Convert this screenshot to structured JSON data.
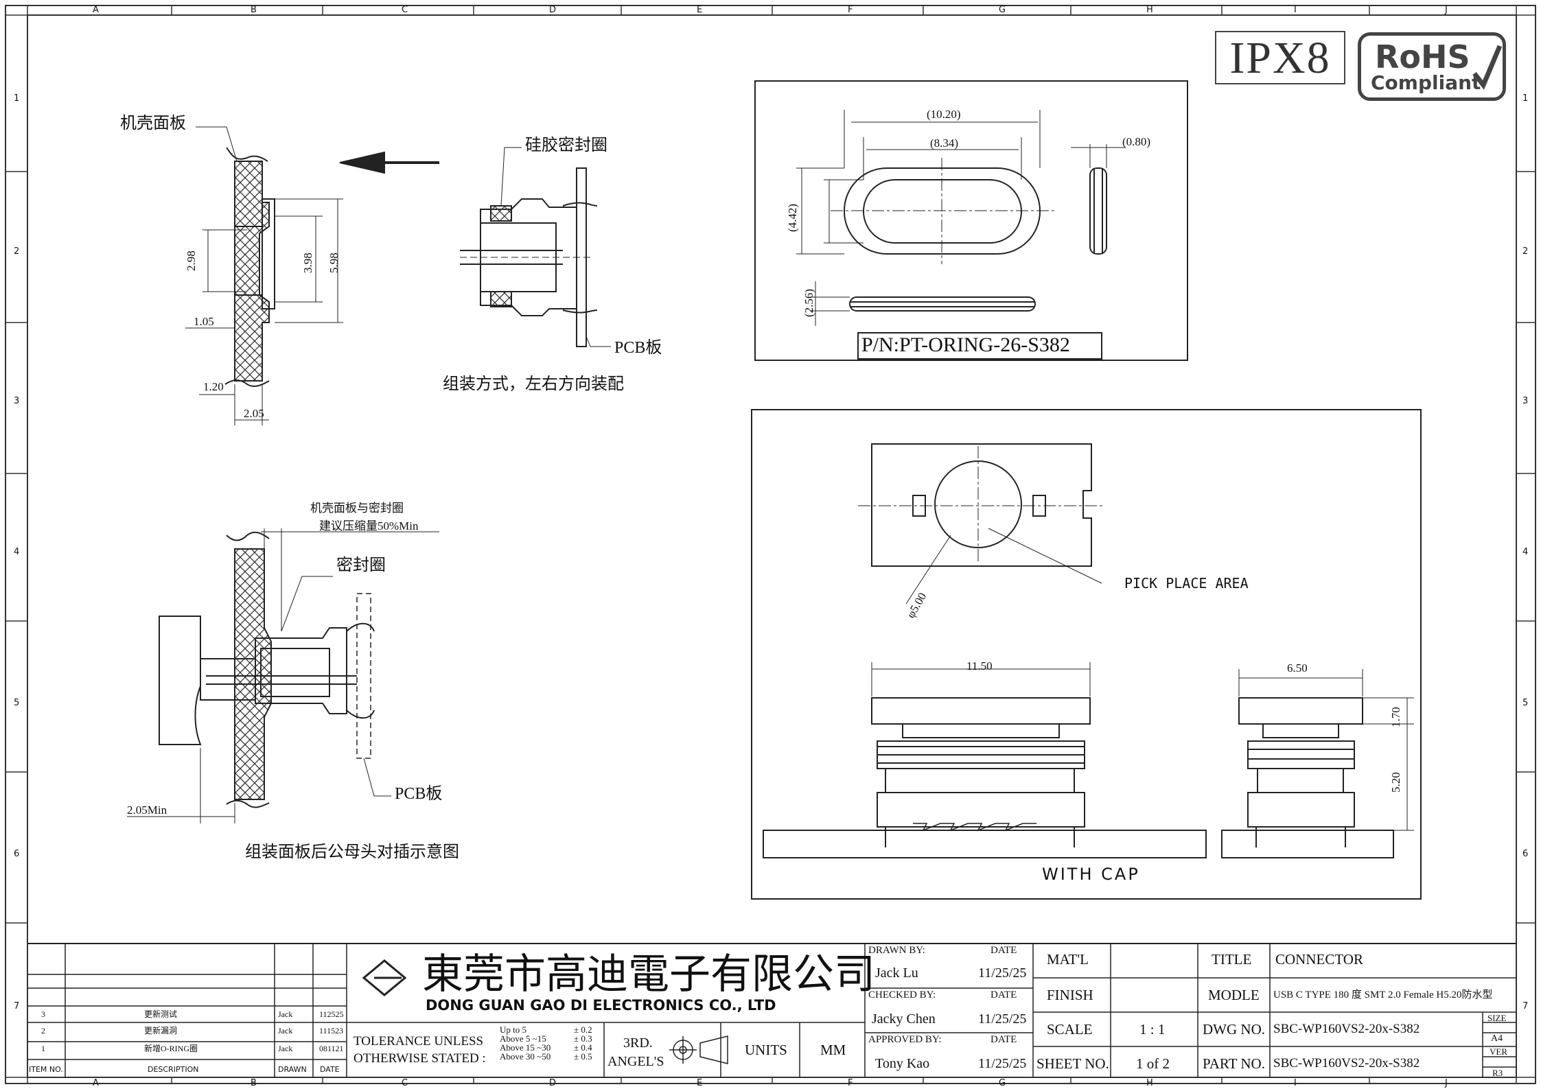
{
  "grid": {
    "columns": [
      "A",
      "B",
      "C",
      "D",
      "E",
      "F",
      "G",
      "H",
      "I",
      "J"
    ],
    "rows": [
      "1",
      "2",
      "3",
      "4",
      "5",
      "6",
      "7"
    ]
  },
  "logos": {
    "ipx": "IPX8",
    "rohs_line1": "RoHS",
    "rohs_line2": "Compliant"
  },
  "view1": {
    "panel_label": "机壳面板",
    "seal_label": "硅胶密封圈",
    "pcb_label": "PCB板",
    "caption": "组装方式，左右方向装配",
    "dims": [
      "2.98",
      "3.98",
      "5.98",
      "1.05",
      "1.20",
      "2.05"
    ]
  },
  "view2": {
    "note_line1": "机壳面板与密封圈",
    "note_line2": "建议压缩量50%Min",
    "seal_label": "密封圈",
    "pcb_label": "PCB板",
    "dim": "2.05Min",
    "caption": "组装面板后公母头对插示意图"
  },
  "oring": {
    "dims": [
      "(10.20)",
      "(8.34)",
      "(0.80)",
      "(4.42)",
      "(2.56)"
    ],
    "part_number": "P/N:PT-ORING-26-S382"
  },
  "cap": {
    "diameter": "φ5.00",
    "pick_label": "PICK PLACE AREA",
    "width1": "11.50",
    "width2": "6.50",
    "h1": "1.70",
    "h2": "5.20",
    "caption": "WITH CAP"
  },
  "title_block": {
    "company_cn": "東莞市高迪電子有限公司",
    "company_en": "DONG GUAN GAO DI ELECTRONICS CO., LTD",
    "revisions": [
      {
        "item": "3",
        "desc": "更新测试",
        "drawn": "Jack",
        "date": "112525"
      },
      {
        "item": "2",
        "desc": "更新漏洞",
        "drawn": "Jack",
        "date": "111523"
      },
      {
        "item": "1",
        "desc": "新增O-RING圈",
        "drawn": "Jack",
        "date": "081121"
      }
    ],
    "rev_headers": {
      "item": "ITEM NO.",
      "desc": "DESCRIPTION",
      "drawn": "DRAWN",
      "date": "DATE"
    },
    "tolerance_line1": "TOLERANCE UNLESS",
    "tolerance_line2": "OTHERWISE STATED :",
    "tol_ranges": [
      "Up to 5",
      "Above 5 ~15",
      "Above 15 ~30",
      "Above 30 ~50"
    ],
    "tol_values": [
      "± 0.2",
      "± 0.3",
      "± 0.4",
      "± 0.5"
    ],
    "angle_line1": "3RD.",
    "angle_line2": "ANGEL'S",
    "units_label": "UNITS",
    "units_value": "MM",
    "drawn_by_label": "DRAWN BY:",
    "drawn_by": "Jack  Lu",
    "checked_by_label": "CHECKED BY:",
    "checked_by": "Jacky Chen",
    "approved_by_label": "APPROVED BY:",
    "approved_by": "Tony Kao",
    "date_label": "DATE",
    "date1": "11/25/25",
    "date2": "11/25/25",
    "date3": "11/25/25",
    "matl_label": "MAT'L",
    "finish_label": "FINISH",
    "scale_label": "SCALE",
    "scale_value": "1 : 1",
    "sheet_label": "SHEET NO.",
    "sheet_value": "1 of 2",
    "title_label": "TITLE",
    "title_value": "CONNECTOR",
    "model_label": "MODLE",
    "model_value": "USB C TYPE  180 度 SMT 2.0 Female H5.20防水型",
    "dwg_label": "DWG NO.",
    "dwg_value": "SBC-WP160VS2-20x-S382",
    "part_label": "PART NO.",
    "part_value": "SBC-WP160VS2-20x-S382",
    "size_label": "SIZE",
    "size_value": "A4",
    "ver_label": "VER",
    "ver_value": "R3"
  }
}
